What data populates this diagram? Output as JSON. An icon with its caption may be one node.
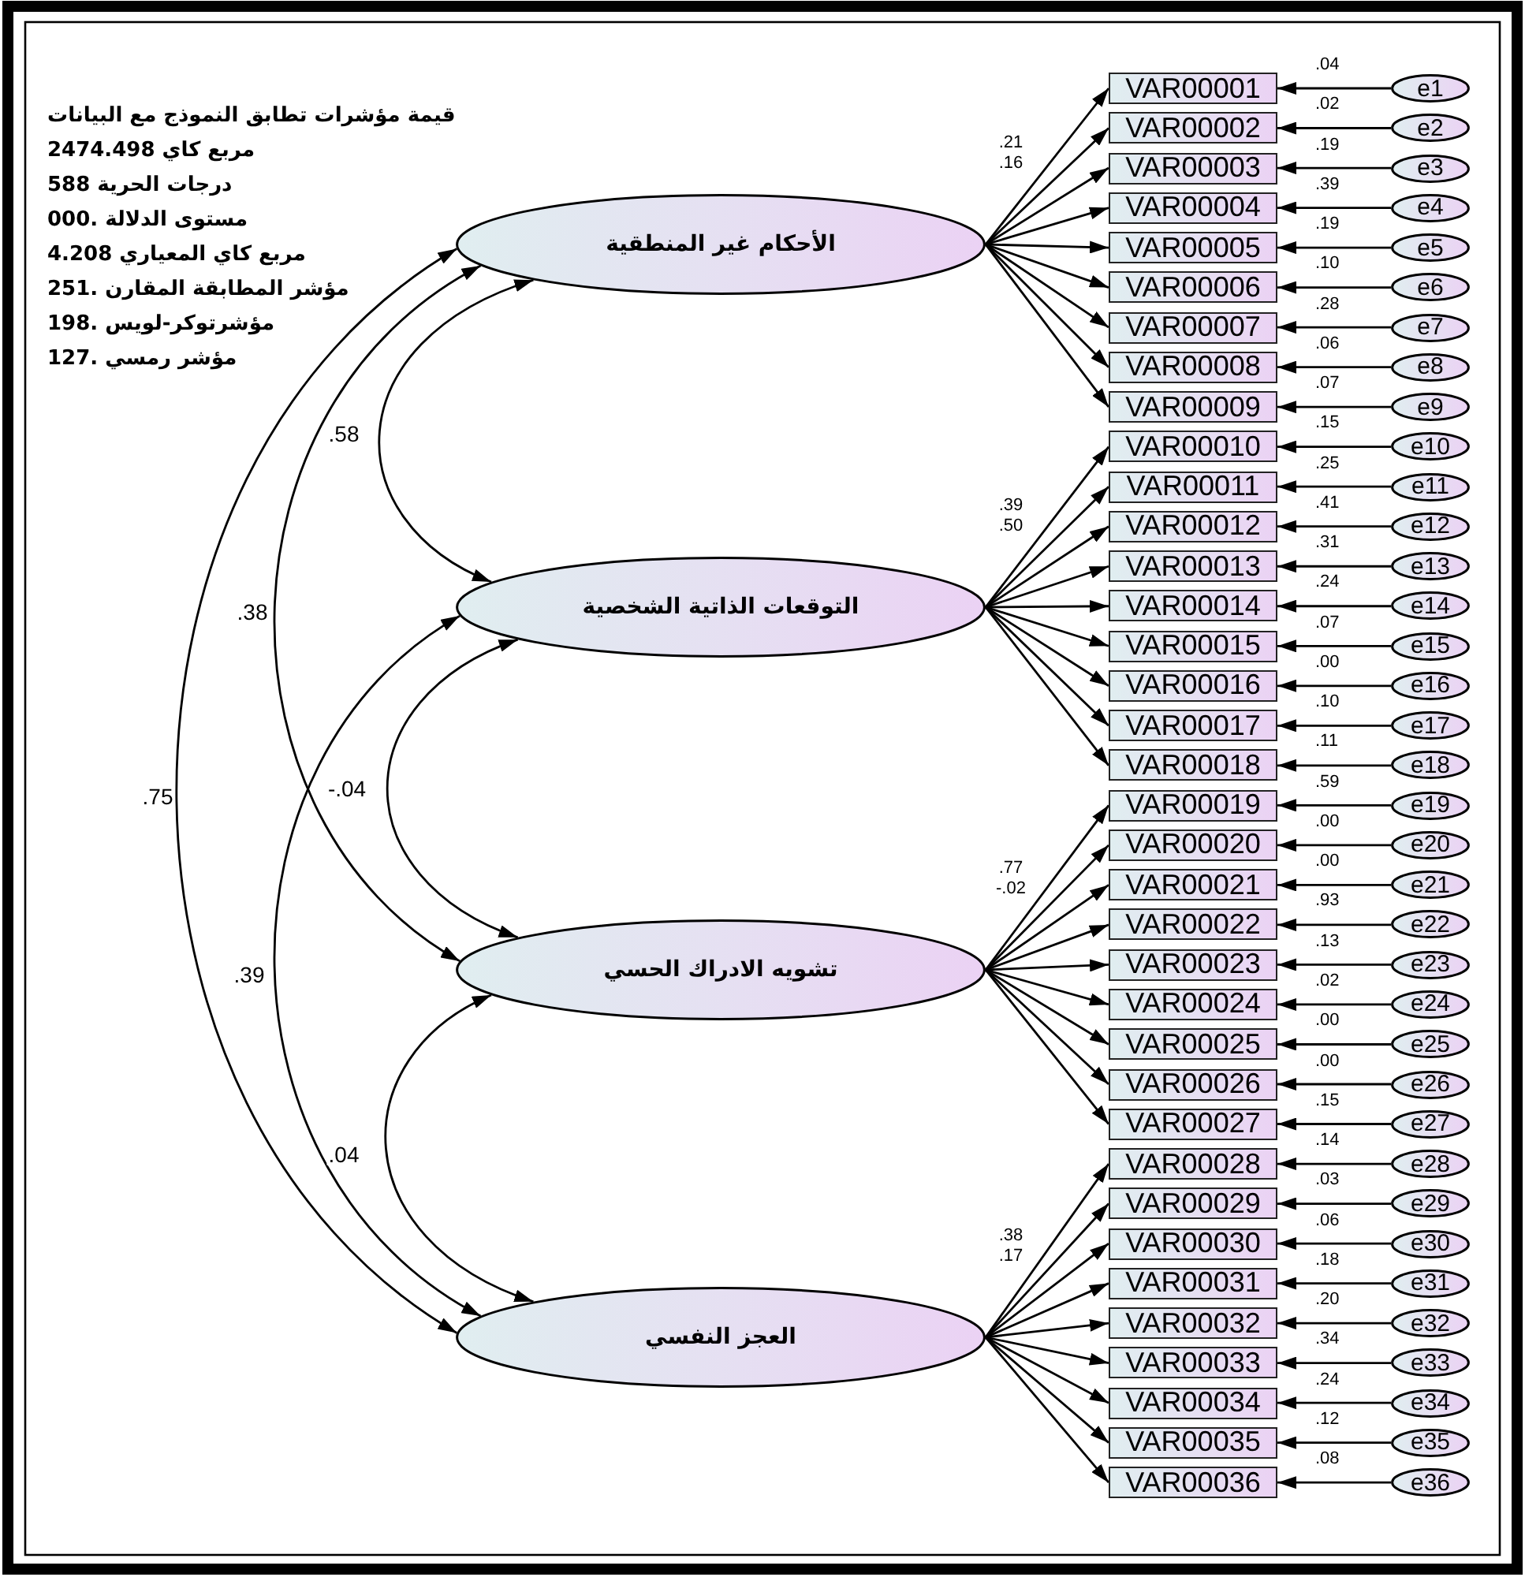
{
  "diagram": {
    "nodes": [
      {
        "text": [
          "الأحكام غير المنطقية"
        ]
      },
      {
        "text": [
          "التوقعات الذاتية الشخصية"
        ]
      },
      {
        "text": [
          "تشويه الادراك الحسي"
        ]
      },
      {
        "text": [
          "العجز النفسي"
        ]
      },
      {
        "text": [
          "VAR00001"
        ],
        "beside": [
          ".04"
        ]
      },
      {
        "text": [
          "VAR00002"
        ],
        "beside": [
          ".02"
        ]
      },
      {
        "text": [
          "VAR00003"
        ],
        "beside": [
          ".19"
        ]
      },
      {
        "text": [
          "VAR00004"
        ],
        "beside": [
          ".39"
        ]
      },
      {
        "text": [
          "VAR00005"
        ],
        "beside": [
          ".19"
        ]
      },
      {
        "text": [
          "VAR00006"
        ],
        "beside": [
          ".10"
        ]
      },
      {
        "text": [
          "VAR00007"
        ],
        "beside": [
          ".28"
        ]
      },
      {
        "text": [
          "VAR00008"
        ],
        "beside": [
          ".06"
        ]
      },
      {
        "text": [
          "VAR00009"
        ],
        "beside": [
          ".07"
        ]
      },
      {
        "text": [
          "VAR00010"
        ],
        "beside": [
          ".15"
        ]
      },
      {
        "text": [
          "VAR00011"
        ],
        "beside": [
          ".25"
        ]
      },
      {
        "text": [
          "VAR00012"
        ],
        "beside": [
          ".41"
        ]
      },
      {
        "text": [
          "VAR00013"
        ],
        "beside": [
          ".31"
        ]
      },
      {
        "text": [
          "VAR00014"
        ],
        "beside": [
          ".24"
        ]
      },
      {
        "text": [
          "VAR00015"
        ],
        "beside": [
          ".07"
        ]
      },
      {
        "text": [
          "VAR00016"
        ],
        "beside": [
          ".00"
        ]
      },
      {
        "text": [
          "VAR00017"
        ],
        "beside": [
          ".10"
        ]
      },
      {
        "text": [
          "VAR00018"
        ],
        "beside": [
          ".11"
        ]
      },
      {
        "text": [
          "VAR00019"
        ],
        "beside": [
          ".59"
        ]
      },
      {
        "text": [
          "VAR00020"
        ],
        "beside": [
          ".00"
        ]
      },
      {
        "text": [
          "VAR00021"
        ],
        "beside": [
          ".00"
        ]
      },
      {
        "text": [
          "VAR00022"
        ],
        "beside": [
          ".93"
        ]
      },
      {
        "text": [
          "VAR00023"
        ],
        "beside": [
          ".13"
        ]
      },
      {
        "text": [
          "VAR00024"
        ],
        "beside": [
          ".02"
        ]
      },
      {
        "text": [
          "VAR00025"
        ],
        "beside": [
          ".00"
        ]
      },
      {
        "text": [
          "VAR00026"
        ],
        "beside": [
          ".00"
        ]
      },
      {
        "text": [
          "VAR00027"
        ],
        "beside": [
          ".15"
        ]
      },
      {
        "text": [
          "VAR00028"
        ],
        "beside": [
          ".14"
        ]
      },
      {
        "text": [
          "VAR00029"
        ],
        "beside": [
          ".03"
        ]
      },
      {
        "text": [
          "VAR00030"
        ],
        "beside": [
          ".06"
        ]
      },
      {
        "text": [
          "VAR00031"
        ],
        "beside": [
          ".18"
        ]
      },
      {
        "text": [
          "VAR00032"
        ],
        "beside": [
          ".20"
        ]
      },
      {
        "text": [
          "VAR00033"
        ],
        "beside": [
          ".34"
        ]
      },
      {
        "text": [
          "VAR00034"
        ],
        "beside": [
          ".24"
        ]
      },
      {
        "text": [
          "VAR00035"
        ],
        "beside": [
          ".12"
        ]
      },
      {
        "text": [
          "VAR00036"
        ],
        "beside": [
          ".08"
        ]
      },
      {
        "text": [
          "e1"
        ]
      },
      {
        "text": [
          "e2"
        ]
      },
      {
        "text": [
          "e3"
        ]
      },
      {
        "text": [
          "e4"
        ]
      },
      {
        "text": [
          "e5"
        ]
      },
      {
        "text": [
          "e6"
        ]
      },
      {
        "text": [
          "e7"
        ]
      },
      {
        "text": [
          "e8"
        ]
      },
      {
        "text": [
          "e9"
        ]
      },
      {
        "text": [
          "e10"
        ]
      },
      {
        "text": [
          "e11"
        ]
      },
      {
        "text": [
          "e12"
        ]
      },
      {
        "text": [
          "e13"
        ]
      },
      {
        "text": [
          "e14"
        ]
      },
      {
        "text": [
          "e15"
        ]
      },
      {
        "text": [
          "e16"
        ]
      },
      {
        "text": [
          "e17"
        ]
      },
      {
        "text": [
          "e18"
        ]
      },
      {
        "text": [
          "e19"
        ]
      },
      {
        "text": [
          "e20"
        ]
      },
      {
        "text": [
          "e21"
        ]
      },
      {
        "text": [
          "e22"
        ]
      },
      {
        "text": [
          "e23"
        ]
      },
      {
        "text": [
          "e24"
        ]
      },
      {
        "text": [
          "e25"
        ]
      },
      {
        "text": [
          "e26"
        ]
      },
      {
        "text": [
          "e27"
        ]
      },
      {
        "text": [
          "e28"
        ]
      },
      {
        "text": [
          "e29"
        ]
      },
      {
        "text": [
          "e30"
        ]
      },
      {
        "text": [
          "e31"
        ]
      },
      {
        "text": [
          "e32"
        ]
      },
      {
        "text": [
          "e33"
        ]
      },
      {
        "text": [
          "e34"
        ]
      },
      {
        "text": [
          "e35"
        ]
      },
      {
        "text": [
          "e36"
        ]
      }
    ],
    "edges": [
      {
        "from": 0,
        "to": 4,
        "arrow": "to",
        "label": ".21"
      },
      {
        "from": 0,
        "to": 5,
        "arrow": "to",
        "label": ".16"
      },
      {
        "from": 0,
        "to": 6,
        "arrow": "to"
      },
      {
        "from": 0,
        "to": 7,
        "arrow": "to"
      },
      {
        "from": 0,
        "to": 8,
        "arrow": "to"
      },
      {
        "from": 0,
        "to": 9,
        "arrow": "to"
      },
      {
        "from": 0,
        "to": 10,
        "arrow": "to"
      },
      {
        "from": 0,
        "to": 11,
        "arrow": "to"
      },
      {
        "from": 0,
        "to": 12,
        "arrow": "to"
      },
      {
        "from": 1,
        "to": 13,
        "arrow": "to",
        "label": ".39"
      },
      {
        "from": 1,
        "to": 14,
        "arrow": "to",
        "label": ".50"
      },
      {
        "from": 1,
        "to": 15,
        "arrow": "to"
      },
      {
        "from": 1,
        "to": 16,
        "arrow": "to"
      },
      {
        "from": 1,
        "to": 17,
        "arrow": "to"
      },
      {
        "from": 1,
        "to": 18,
        "arrow": "to"
      },
      {
        "from": 1,
        "to": 19,
        "arrow": "to"
      },
      {
        "from": 1,
        "to": 20,
        "arrow": "to"
      },
      {
        "from": 1,
        "to": 21,
        "arrow": "to"
      },
      {
        "from": 2,
        "to": 22,
        "arrow": "to",
        "label": ".77"
      },
      {
        "from": 2,
        "to": 23,
        "arrow": "to",
        "label": "-.02"
      },
      {
        "from": 2,
        "to": 24,
        "arrow": "to"
      },
      {
        "from": 2,
        "to": 25,
        "arrow": "to"
      },
      {
        "from": 2,
        "to": 26,
        "arrow": "to"
      },
      {
        "from": 2,
        "to": 27,
        "arrow": "to"
      },
      {
        "from": 2,
        "to": 28,
        "arrow": "to"
      },
      {
        "from": 2,
        "to": 29,
        "arrow": "to"
      },
      {
        "from": 2,
        "to": 30,
        "arrow": "to"
      },
      {
        "from": 3,
        "to": 31,
        "arrow": "to",
        "label": ".38"
      },
      {
        "from": 3,
        "to": 32,
        "arrow": "to",
        "label": ".17"
      },
      {
        "from": 3,
        "to": 33,
        "arrow": "to"
      },
      {
        "from": 3,
        "to": 34,
        "arrow": "to"
      },
      {
        "from": 3,
        "to": 35,
        "arrow": "to"
      },
      {
        "from": 3,
        "to": 36,
        "arrow": "to"
      },
      {
        "from": 3,
        "to": 37,
        "arrow": "to"
      },
      {
        "from": 3,
        "to": 38,
        "arrow": "to"
      },
      {
        "from": 3,
        "to": 39,
        "arrow": "to"
      },
      {
        "from": 40,
        "to": 4,
        "arrow": "to"
      },
      {
        "from": 41,
        "to": 5,
        "arrow": "to"
      },
      {
        "from": 42,
        "to": 6,
        "arrow": "to"
      },
      {
        "from": 43,
        "to": 7,
        "arrow": "to"
      },
      {
        "from": 44,
        "to": 8,
        "arrow": "to"
      },
      {
        "from": 45,
        "to": 9,
        "arrow": "to"
      },
      {
        "from": 46,
        "to": 10,
        "arrow": "to"
      },
      {
        "from": 47,
        "to": 11,
        "arrow": "to"
      },
      {
        "from": 48,
        "to": 12,
        "arrow": "to"
      },
      {
        "from": 49,
        "to": 13,
        "arrow": "to"
      },
      {
        "from": 50,
        "to": 14,
        "arrow": "to"
      },
      {
        "from": 51,
        "to": 15,
        "arrow": "to"
      },
      {
        "from": 52,
        "to": 16,
        "arrow": "to"
      },
      {
        "from": 53,
        "to": 17,
        "arrow": "to"
      },
      {
        "from": 54,
        "to": 18,
        "arrow": "to"
      },
      {
        "from": 55,
        "to": 19,
        "arrow": "to"
      },
      {
        "from": 56,
        "to": 20,
        "arrow": "to"
      },
      {
        "from": 57,
        "to": 21,
        "arrow": "to"
      },
      {
        "from": 58,
        "to": 22,
        "arrow": "to"
      },
      {
        "from": 59,
        "to": 23,
        "arrow": "to"
      },
      {
        "from": 60,
        "to": 24,
        "arrow": "to"
      },
      {
        "from": 61,
        "to": 25,
        "arrow": "to"
      },
      {
        "from": 62,
        "to": 26,
        "arrow": "to"
      },
      {
        "from": 63,
        "to": 27,
        "arrow": "to"
      },
      {
        "from": 64,
        "to": 28,
        "arrow": "to"
      },
      {
        "from": 65,
        "to": 29,
        "arrow": "to"
      },
      {
        "from": 66,
        "to": 30,
        "arrow": "to"
      },
      {
        "from": 67,
        "to": 31,
        "arrow": "to"
      },
      {
        "from": 68,
        "to": 32,
        "arrow": "to"
      },
      {
        "from": 69,
        "to": 33,
        "arrow": "to"
      },
      {
        "from": 70,
        "to": 34,
        "arrow": "to"
      },
      {
        "from": 71,
        "to": 35,
        "arrow": "to"
      },
      {
        "from": 72,
        "to": 36,
        "arrow": "to"
      },
      {
        "from": 73,
        "to": 37,
        "arrow": "to"
      },
      {
        "from": 74,
        "to": 38,
        "arrow": "to"
      },
      {
        "from": 75,
        "to": 39,
        "arrow": "to"
      },
      {
        "from": 0,
        "to": 1,
        "arrow": "both",
        "label": ".58"
      },
      {
        "from": 0,
        "to": 2,
        "arrow": "both",
        "label": ".38"
      },
      {
        "from": 0,
        "to": 3,
        "arrow": "both",
        "label": ".75"
      },
      {
        "from": 1,
        "to": 2,
        "arrow": "both",
        "label": "-.04"
      },
      {
        "from": 1,
        "to": 3,
        "arrow": "both",
        "label": ".39"
      },
      {
        "from": 2,
        "to": 3,
        "arrow": "both",
        "label": ".04"
      }
    ],
    "labels": [
      "قيمة مؤشرات تطابق النموذج مع البيانات",
      "مربع كاي 2474.498",
      "درجات الحرية 588",
      "مستوى الدلالة .000",
      "مربع كاي المعياري 4.208",
      "مؤشر المطابقة المقارن .251",
      "مؤشرتوكر-لويس .198",
      "مؤشر رمسي .127"
    ]
  }
}
